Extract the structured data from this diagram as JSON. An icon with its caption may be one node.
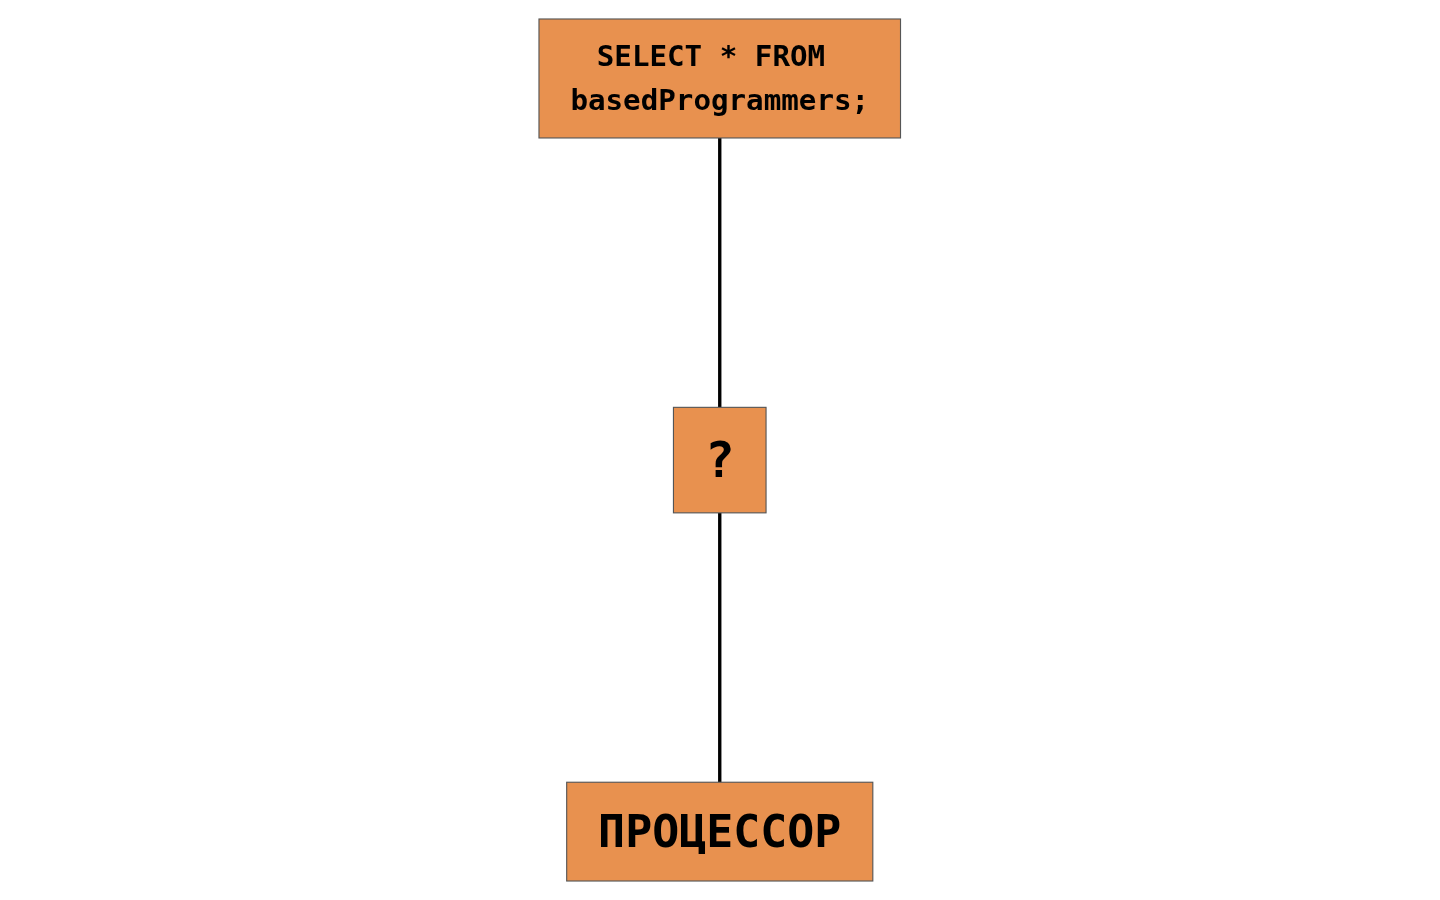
{
  "diagram": {
    "nodes": [
      {
        "text": [
          "SELECT * FROM basedProgrammers;"
        ]
      },
      {
        "text": [
          "?"
        ]
      },
      {
        "text": [
          "ПРОЦЕССОР"
        ]
      }
    ],
    "edges": [
      {
        "from": 0,
        "to": 1,
        "arrow": "none"
      },
      {
        "from": 1,
        "to": 2,
        "arrow": "none"
      }
    ]
  }
}
